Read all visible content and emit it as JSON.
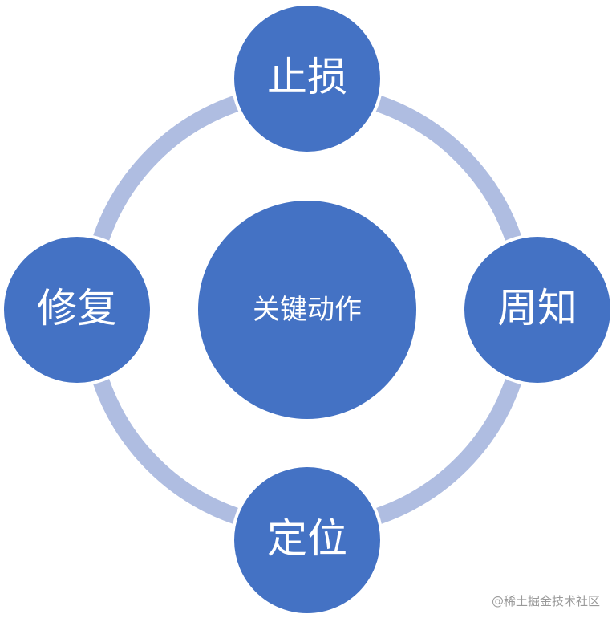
{
  "center": {
    "label": "关键动作"
  },
  "nodes": [
    {
      "id": "top",
      "label": "止损"
    },
    {
      "id": "right",
      "label": "周知"
    },
    {
      "id": "bottom",
      "label": "定位"
    },
    {
      "id": "left",
      "label": "修复"
    }
  ],
  "colors": {
    "node_fill": "#4472C4",
    "node_stroke": "#ffffff",
    "ring": "#AFBDE1",
    "text": "#ffffff"
  },
  "watermark": "@稀土掘金技术社区"
}
